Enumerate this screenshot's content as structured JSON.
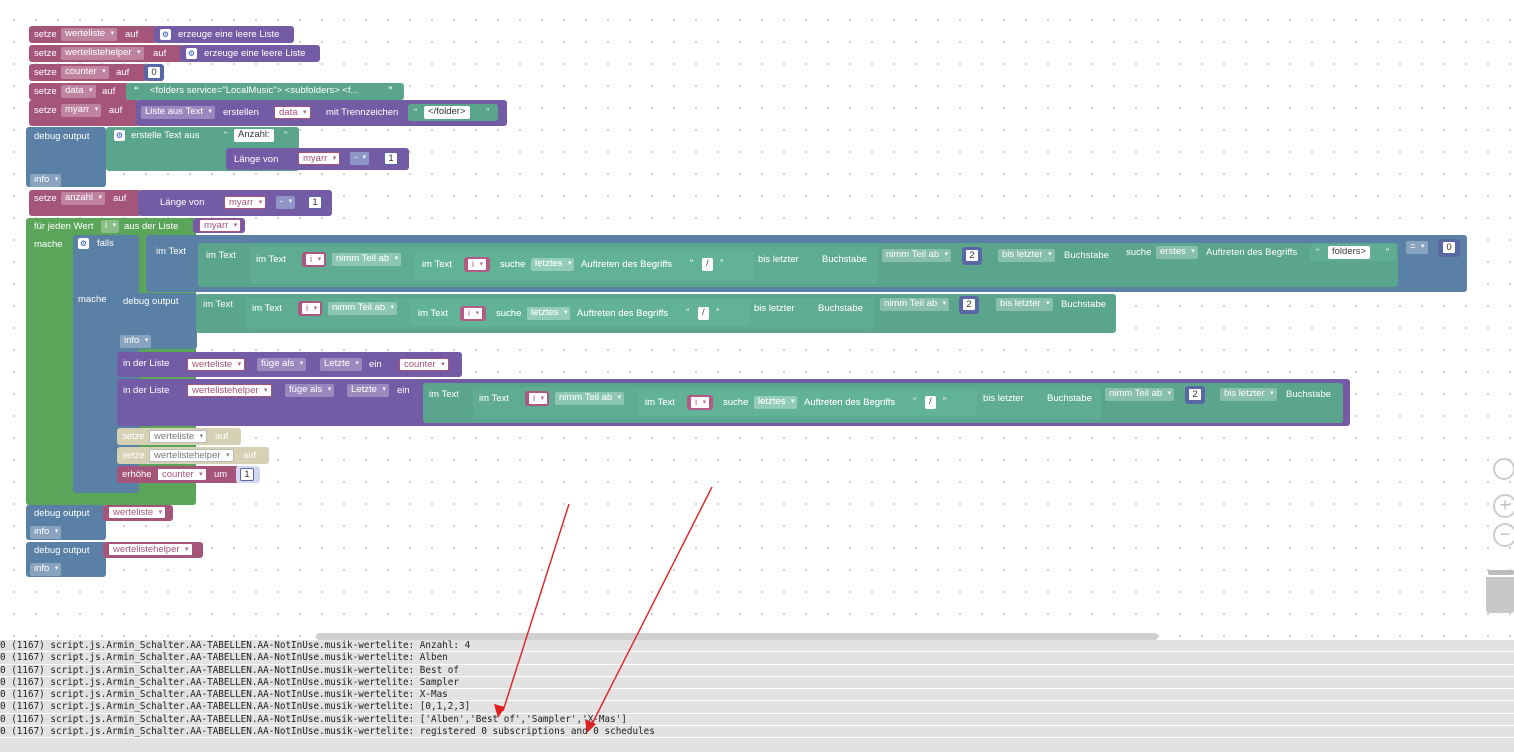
{
  "blocks": {
    "set": "setze",
    "to": "auf",
    "create_empty_list": "erzeuge eine leere Liste",
    "var_werteliste": "werteliste",
    "var_wertelistehelper": "wertelistehelper",
    "var_counter": "counter",
    "var_data": "data",
    "var_myarr": "myarr",
    "var_anzahl": "anzahl",
    "var_i": "i",
    "num_0": "0",
    "num_1": "1",
    "num_2": "2",
    "data_string": "<folders service=\"LocalMusic\"> <subfolders> <f...",
    "list_from_text": "Liste aus Text",
    "create": "erstellen",
    "with_delimiter": "mit Trennzeichen",
    "delimiter_string": "</folder>",
    "debug_output": "debug output",
    "create_text_from": "erstelle Text aus",
    "anzahl_string": "Anzahl:",
    "length_of": "Länge von",
    "minus": "-",
    "info": "info",
    "for_each": "für jeden Wert",
    "from_list": "aus der Liste",
    "do": "mache",
    "if": "falls",
    "in_text": "im Text",
    "take_part": "nimm Teil ab",
    "search": "suche",
    "last": "letztes",
    "occurrence": "Auftreten des Begriffs",
    "slash": "/",
    "up_to_last": "bis letzter",
    "char": "Buchstabe",
    "first": "erstes",
    "folders_string": "folders>",
    "eq": "=",
    "in_list": "in der Liste",
    "insert_as": "füge als",
    "last_item": "Letzte",
    "in": "ein",
    "increase": "erhöhe",
    "by": "um"
  },
  "console": {
    "lines": [
      "0 (1167) script.js.Armin_Schalter.AA-TABELLEN.AA-NotInUse.musik-wertelite: Anzahl: 4",
      "0 (1167) script.js.Armin_Schalter.AA-TABELLEN.AA-NotInUse.musik-wertelite: Alben",
      "0 (1167) script.js.Armin_Schalter.AA-TABELLEN.AA-NotInUse.musik-wertelite: Best of",
      "0 (1167) script.js.Armin_Schalter.AA-TABELLEN.AA-NotInUse.musik-wertelite: Sampler",
      "0 (1167) script.js.Armin_Schalter.AA-TABELLEN.AA-NotInUse.musik-wertelite: X-Mas",
      "0 (1167) script.js.Armin_Schalter.AA-TABELLEN.AA-NotInUse.musik-wertelite: [0,1,2,3]",
      "0 (1167) script.js.Armin_Schalter.AA-TABELLEN.AA-NotInUse.musik-wertelite: ['Alben','Best of','Sampler','X-Mas']",
      "0 (1167) script.js.Armin_Schalter.AA-TABELLEN.AA-NotInUse.musik-wertelite: registered 0 subscriptions and 0 schedules"
    ]
  },
  "colors": {
    "variables": "#a5547a",
    "lists": "#745ba5",
    "math": "#5b67a5",
    "text": "#5ba58c",
    "logic": "#5b80a5",
    "loops": "#5ba55b",
    "arrow": "#e02020"
  },
  "icons": [
    "gear-icon",
    "dropdown-arrow-icon",
    "target-icon",
    "zoom-in-icon",
    "zoom-out-icon",
    "trash-icon"
  ]
}
